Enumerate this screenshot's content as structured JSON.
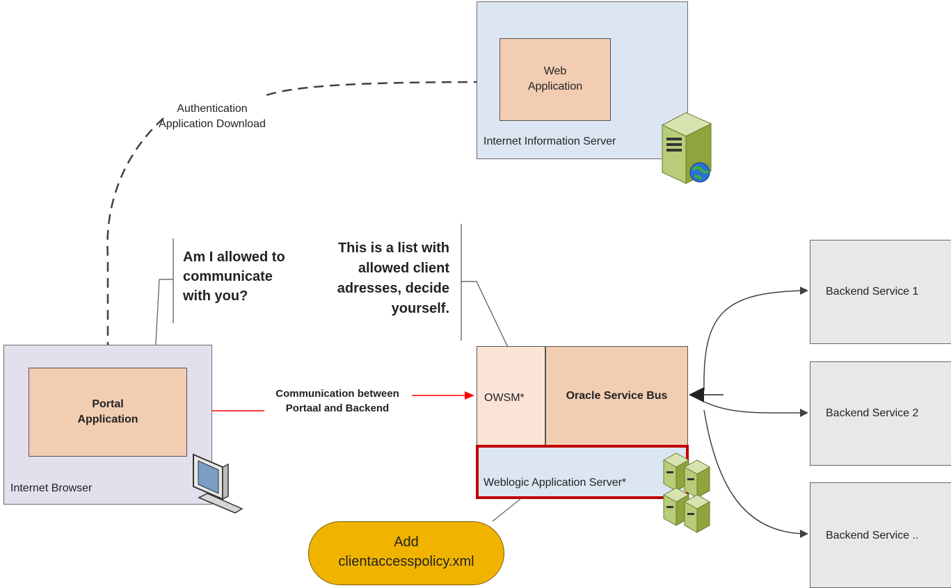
{
  "iis": {
    "web_app_line1": "Web",
    "web_app_line2": "Application",
    "server_label": "Internet Information Server"
  },
  "auth_link": {
    "line1": "Authentication",
    "line2": "Application Download"
  },
  "browser": {
    "portal_line1": "Portal",
    "portal_line2": "Application",
    "label": "Internet Browser"
  },
  "question_note": {
    "line1": "Am I allowed to",
    "line2": "communicate",
    "line3": "with  you?"
  },
  "answer_note": {
    "line1": "This is a list with",
    "line2": "allowed client",
    "line3": "adresses, decide",
    "line4": "yourself."
  },
  "comm_link": {
    "line1": "Communication between",
    "line2": "Portaal and Backend"
  },
  "weblogic": {
    "owsm_label": "OWSM*",
    "osb_label": "Oracle Service Bus",
    "server_label": "Weblogic Application Server*"
  },
  "policy_pill": {
    "line1": "Add",
    "line2": "clientaccesspolicy.xml"
  },
  "backends": [
    {
      "label": "Backend Service 1"
    },
    {
      "label": "Backend Service 2"
    },
    {
      "label": "Backend Service .."
    }
  ],
  "colors": {
    "iis_fill": "#dce6f2",
    "browser_fill": "#e4dfec",
    "app_fill": "#f2cdb2",
    "owsm_fill": "#f9e4d6",
    "weblogic_border": "#c00000",
    "pill_fill": "#f0b400",
    "backend_fill": "#e8e8e8",
    "arrow_red": "#ff0000"
  },
  "icons": {
    "iis": "web-server-icon",
    "browser": "computer-monitor-icon",
    "weblogic": "server-cluster-icon"
  }
}
